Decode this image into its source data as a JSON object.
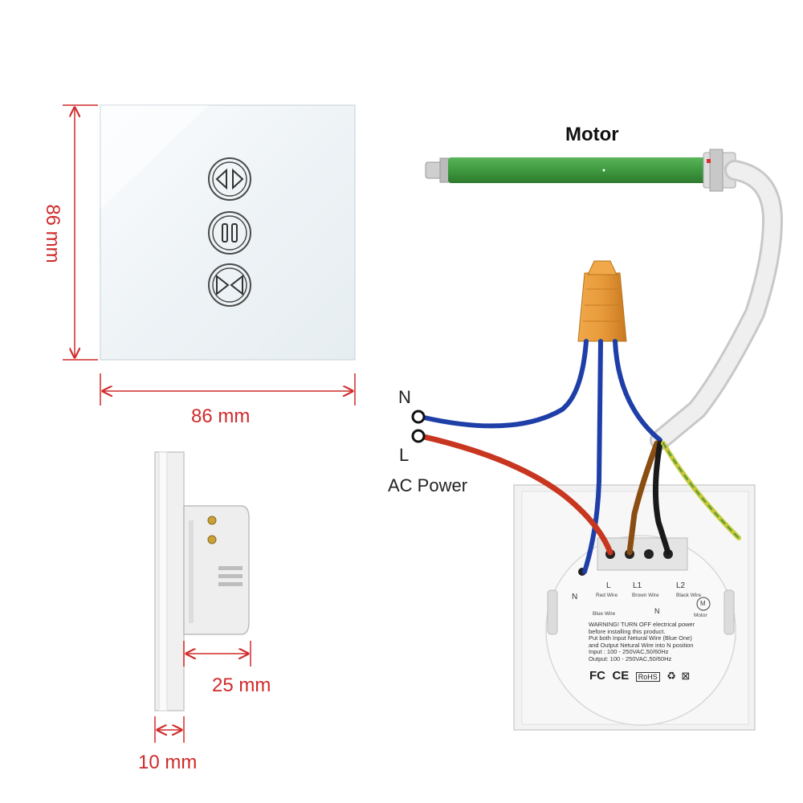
{
  "colors": {
    "dimension": "#d02a2a",
    "motor_tube": "#3f9a3f",
    "cable": "#e8e8e8",
    "wire_blue": "#1f3fa8",
    "wire_red": "#c8361f",
    "wire_brown": "#8a4d12",
    "wire_black": "#1a1a1a",
    "wire_yellow_green": "#c8c83a",
    "connector": "#e89a3a",
    "panel_glass": "#f3f7fa"
  },
  "dimensions": {
    "height": "86 mm",
    "width": "86 mm",
    "depth": "25 mm",
    "thickness": "10 mm"
  },
  "front_panel": {
    "buttons": [
      {
        "name": "open",
        "icon": "open-curtain-icon"
      },
      {
        "name": "pause",
        "icon": "pause-icon"
      },
      {
        "name": "close",
        "icon": "close-curtain-icon"
      }
    ]
  },
  "wiring": {
    "motor_label": "Motor",
    "terminal_n": "N",
    "terminal_l": "L",
    "power_label": "AC Power"
  },
  "back_label": {
    "t_n": "N",
    "t_l": "L",
    "t_l1": "L1",
    "t_l2": "L2",
    "t_n2": "N",
    "red_wire": "Red Wire",
    "brown_wire": "Brown Wire",
    "black_wire": "Black Wire",
    "blue_wire": "Blue Wire",
    "motor_small": "Motor",
    "motor_symbol": "M",
    "warning_lines": [
      "WARNING! TURN OFF electrical power",
      "before installing this product.",
      "Put both Input Netural Wire (Blue One)",
      "and Output Netural Wire into N position",
      "Input : 100 - 250VAC,50/60Hz",
      "Output: 100 - 250VAC,50/60Hz"
    ],
    "certifications": [
      "FC",
      "CE",
      "RoHS"
    ]
  }
}
